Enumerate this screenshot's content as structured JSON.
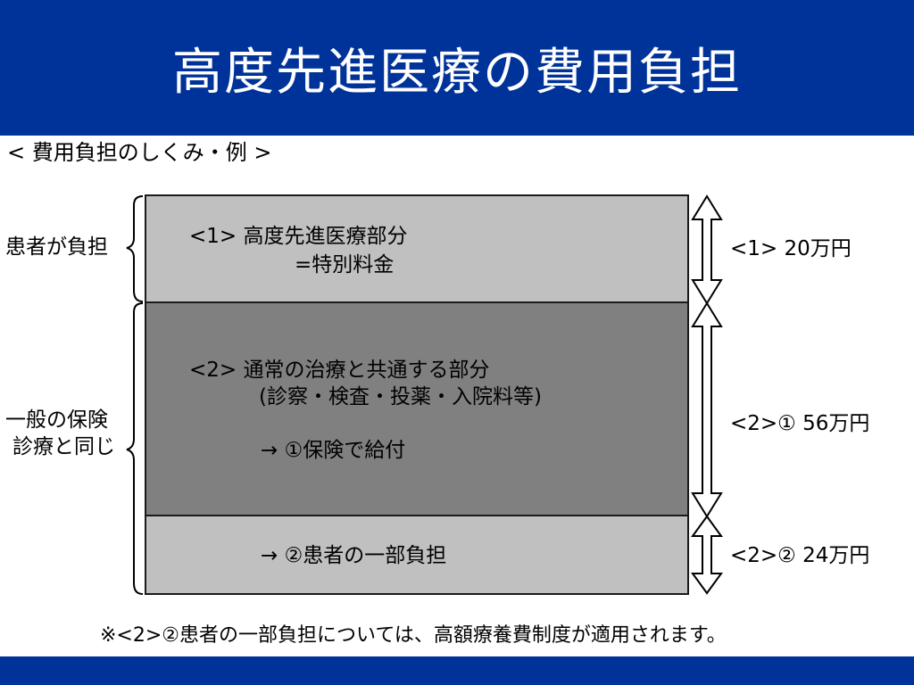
{
  "title": "高度先進医療の費用負担",
  "subtitle": "<  費用負担のしくみ・例  >",
  "left_labels": {
    "patient_burden": "患者が負担",
    "general_line1": "一般の保険",
    "general_line2": "診療と同じ"
  },
  "boxes": {
    "box1_line1": "<1>  高度先進医療部分",
    "box1_line2": "=特別料金",
    "box2_line1": "<2>  通常の治療と共通する部分",
    "box2_line2": "(診察・検査・投薬・入院料等)",
    "box2_line3": "→  ①保険で給付",
    "box3_line1": "→  ②患者の一部負担"
  },
  "amounts": {
    "a1": "<1>  20万円",
    "a2": "<2>①  56万円",
    "a3": "<2>②  24万円"
  },
  "footnote": "※<2>②患者の一部負担については、高額療養費制度が適用されます。",
  "colors": {
    "background": "#003399",
    "panel": "#ffffff",
    "light_box": "#c0c0c0",
    "dark_box": "#808080"
  }
}
